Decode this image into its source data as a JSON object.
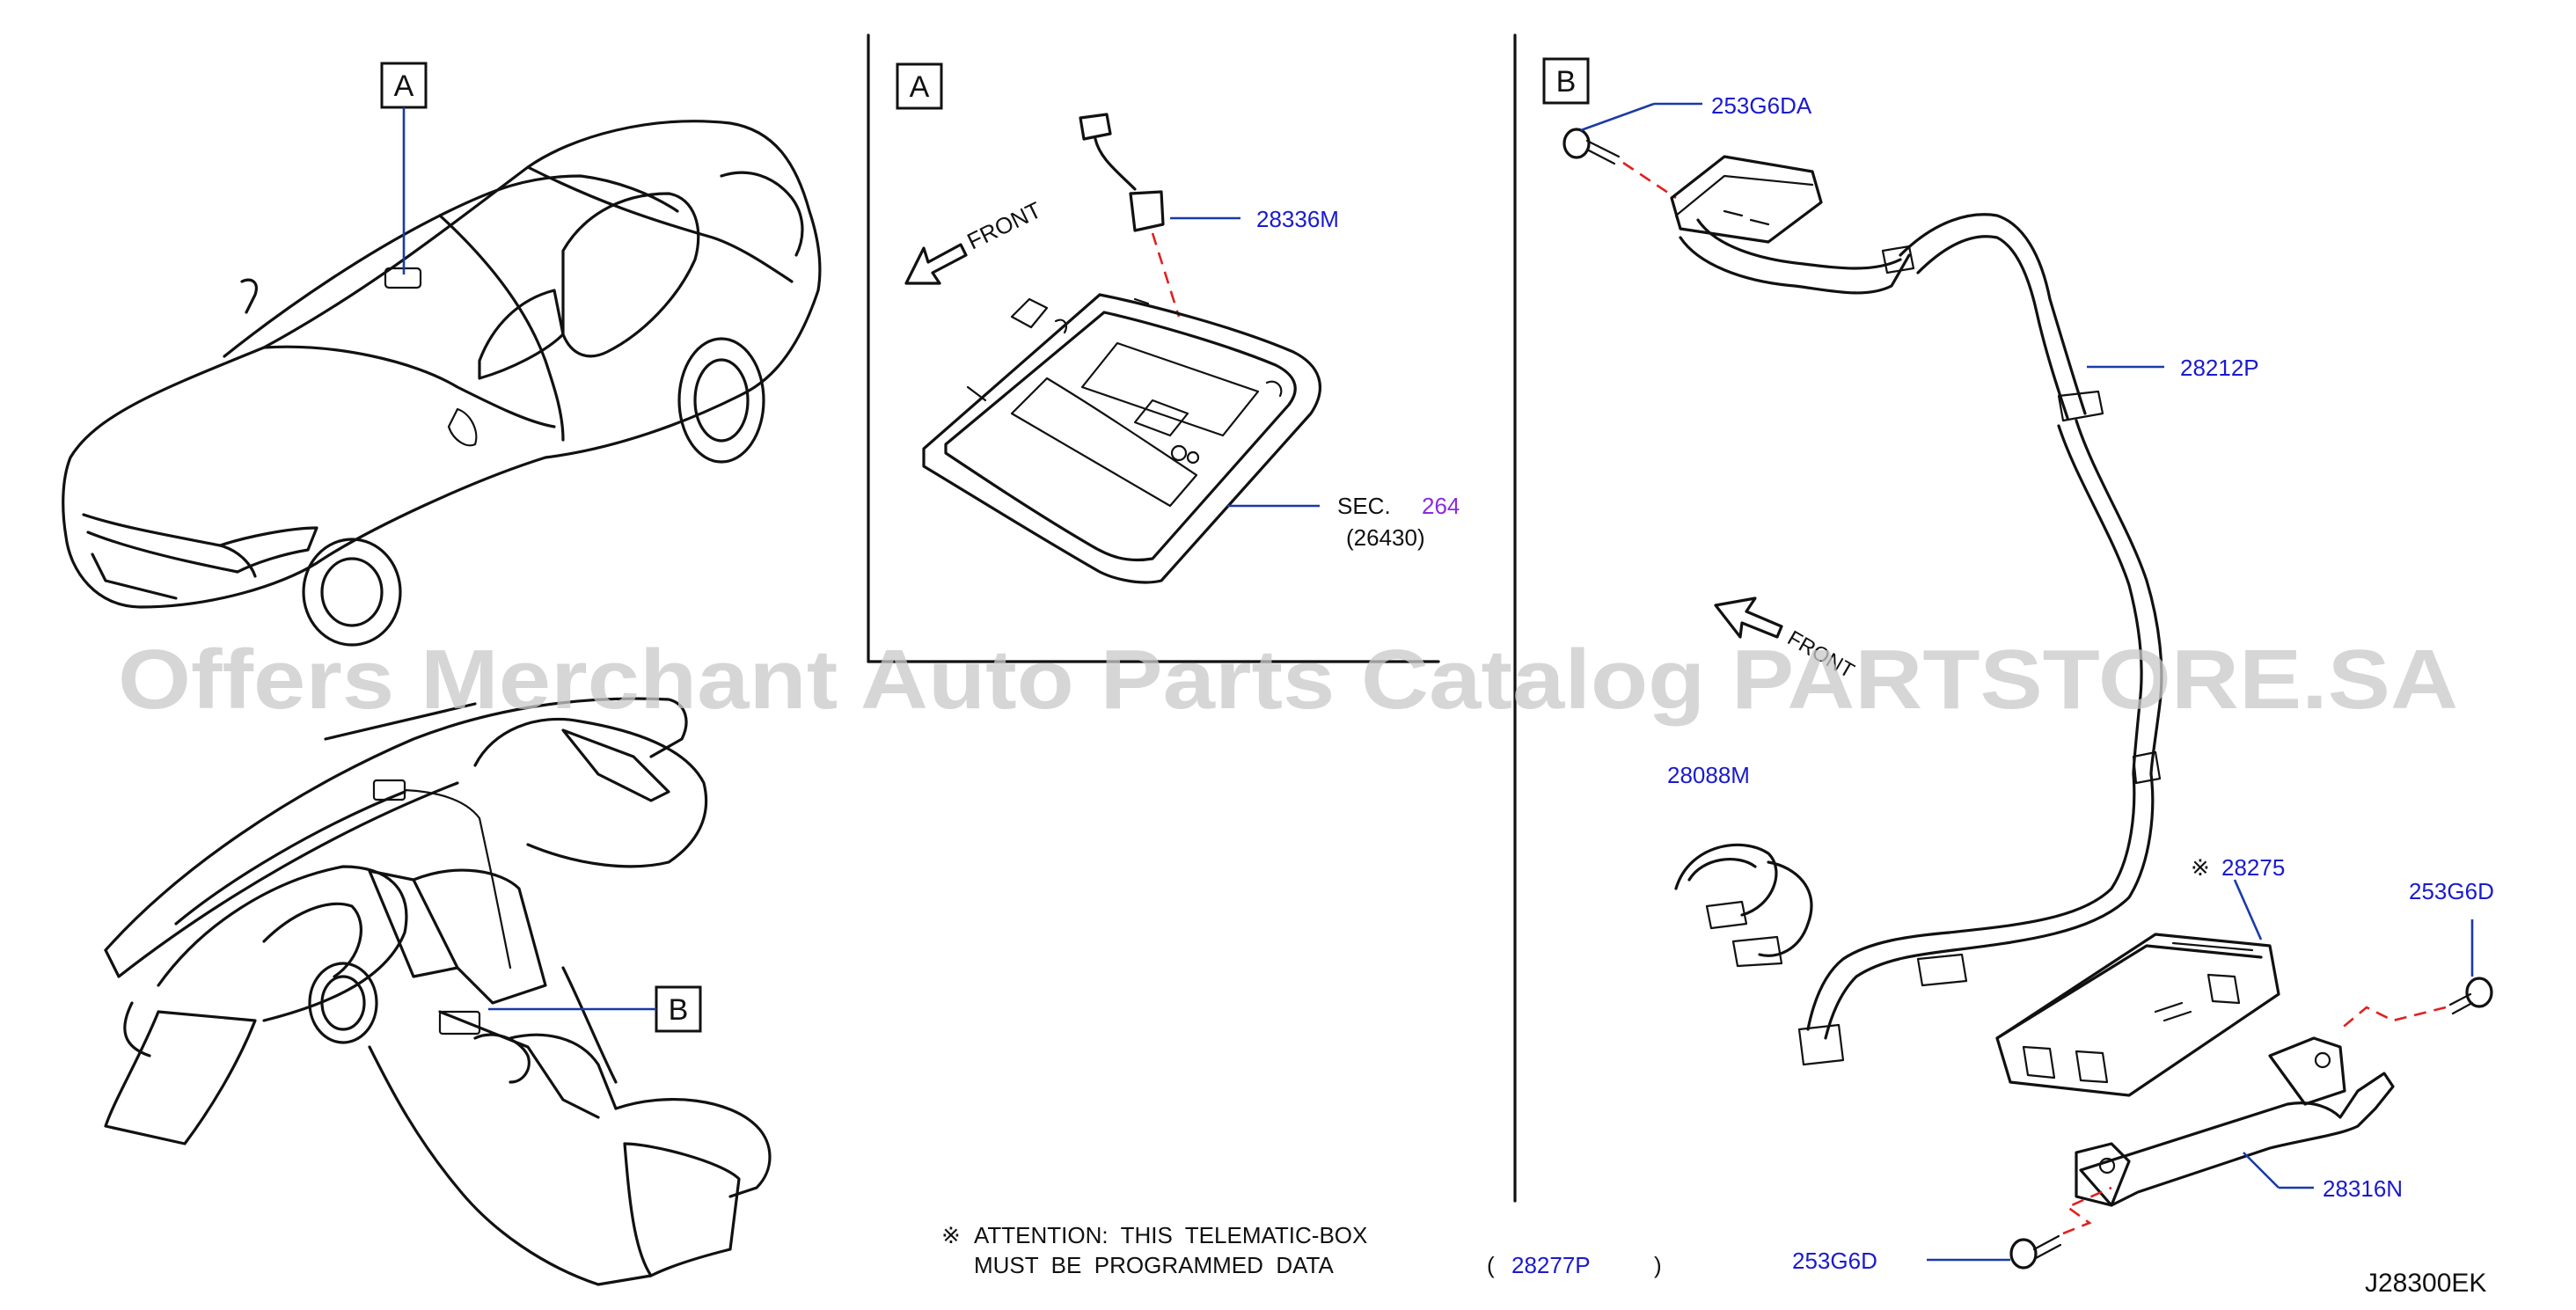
{
  "watermark": "Offers Merchant Auto Parts Catalog PARTSTORE.SA",
  "view_labels": {
    "car_A": "A",
    "dash_B": "B",
    "panel_A": "A",
    "panel_B": "B"
  },
  "direction": {
    "front": "FRONT"
  },
  "parts": {
    "p28336M": "28336M",
    "sec": "SEC.",
    "sec_num": "264",
    "sec_sub": "(26430)",
    "p253G6DA": "253G6DA",
    "p28212P": "28212P",
    "p28088M": "28088M",
    "p28275": "28275",
    "p253G6D_right": "253G6D",
    "p28316N": "28316N",
    "p253G6D_bottom": "253G6D"
  },
  "mark": "※",
  "attention": {
    "line1": "ATTENTION:  THIS  TELEMATIC-BOX",
    "line2": "MUST  BE  PROGRAMMED  DATA",
    "ref_open": "(",
    "ref_part": "28277P",
    "ref_close": ")"
  },
  "diagram_id": "J28300EK",
  "colors": {
    "ref_blue": "#1a1acf",
    "section_purple": "#8a2be2",
    "hidden_line_red": "#e02020"
  }
}
